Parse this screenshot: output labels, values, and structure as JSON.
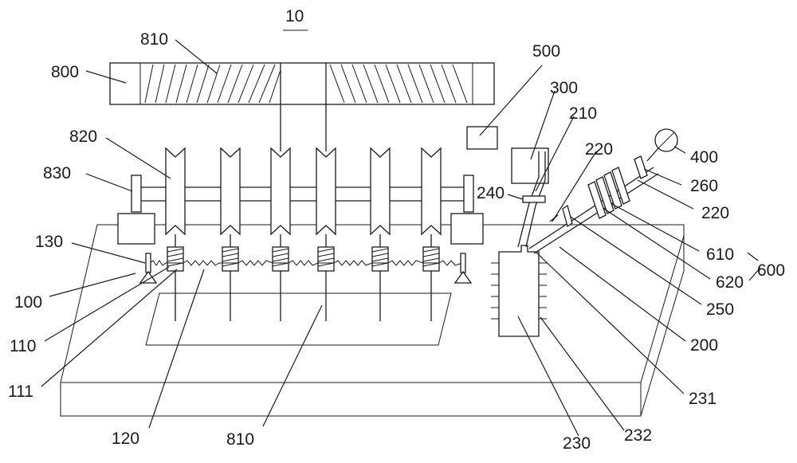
{
  "figure_number": "10",
  "labels": {
    "l800": "800",
    "l810_top": "810",
    "l820": "820",
    "l830": "830",
    "l130": "130",
    "l100": "100",
    "l110": "110",
    "l111": "111",
    "l120": "120",
    "l810_bottom": "810",
    "l500": "500",
    "l300": "300",
    "l210": "210",
    "l220_upper": "220",
    "l240": "240",
    "l400": "400",
    "l260": "260",
    "l220_lower": "220",
    "l610": "610",
    "l600": "600",
    "l620": "620",
    "l250": "250",
    "l200": "200",
    "l231": "231",
    "l232": "232",
    "l230": "230"
  }
}
